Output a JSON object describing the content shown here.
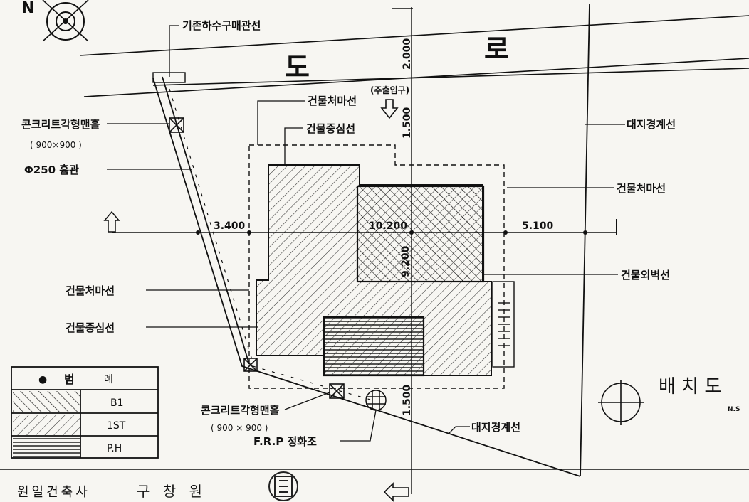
{
  "drawing": {
    "north_label": "N",
    "road": [
      "도",
      "로"
    ],
    "title": "배 치 도",
    "scale_note": "N.S"
  },
  "callouts": {
    "sewer_line": "기존하수구매관선",
    "manhole_top": "콘크리트각형맨홀",
    "manhole_top_size": "( 900×900 )",
    "pipe": "Φ250 흄관",
    "bldg_edge_top": "건물처마선",
    "bldg_center_top": "건물중심선",
    "entrance": "(주출입구)",
    "site_boundary_right": "대지경계선",
    "bldg_edge_right": "건물처마선",
    "bldg_outer_right": "건물외벽선",
    "bldg_edge_left": "건물처마선",
    "bldg_center_left": "건물중심선",
    "manhole_bottom": "콘크리트각형맨홀",
    "manhole_bottom_size": "( 900 × 900 )",
    "septic": "F.R.P 정화조",
    "site_boundary_bottom": "대지경계선"
  },
  "dimensions": {
    "left": "3.400",
    "middle": "10.200",
    "right": "5.100",
    "depth": "9.200",
    "top_gap": "2.000",
    "top_gap2": "1.500",
    "bottom_gap": "1.500"
  },
  "legend": {
    "header_mark": "●",
    "header_a": "범",
    "header_b": "례",
    "rows": [
      "B1",
      "1ST",
      "P.H"
    ]
  },
  "footer": {
    "firm": "원일건축사",
    "architect": "구 창 원"
  }
}
